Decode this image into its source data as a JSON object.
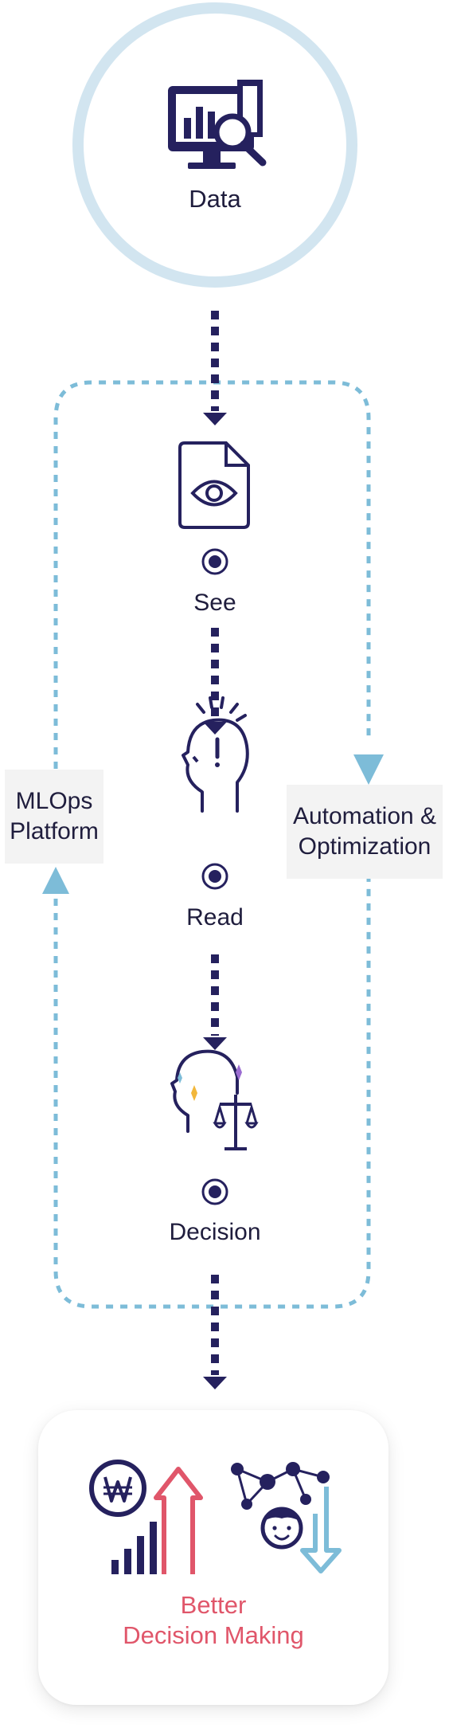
{
  "data_node": {
    "label": "Data",
    "icon": "monitor-magnifier-icon"
  },
  "steps": [
    {
      "label": "See",
      "icon": "document-eye-icon"
    },
    {
      "label": "Read",
      "icon": "head-exclamation-icon"
    },
    {
      "label": "Decision",
      "icon": "head-scale-icon"
    }
  ],
  "left_box": {
    "line1": "MLOps",
    "line2": "Platform"
  },
  "right_box": {
    "line1": "Automation &",
    "line2": "Optimization"
  },
  "result": {
    "line1": "Better",
    "line2": "Decision Making",
    "icons": [
      "won-growth-chart-icon",
      "person-network-down-arrow-icon"
    ]
  },
  "colors": {
    "navy": "#25215e",
    "light_blue": "#7dbcd8",
    "circle_ring": "#d2e5f0",
    "accent_red": "#e0566a",
    "text": "#1f1d3d",
    "sparkle_purple": "#9b6cd1",
    "sparkle_gold": "#f2b73b"
  }
}
